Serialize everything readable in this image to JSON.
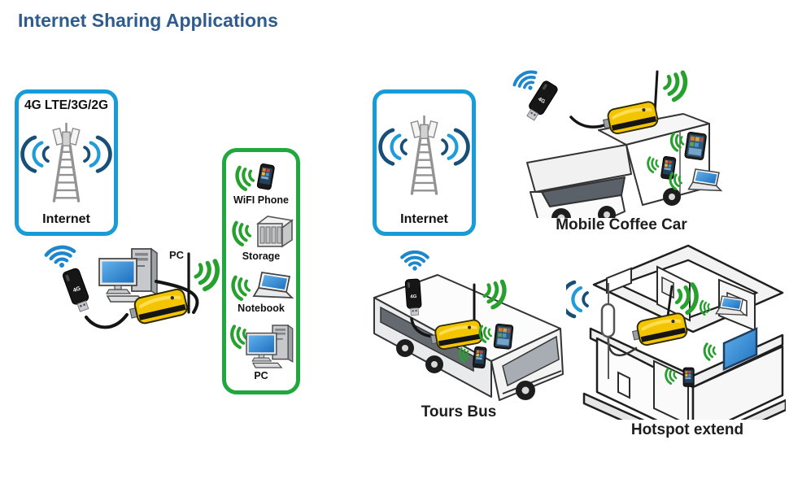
{
  "title": "Internet Sharing Applications",
  "palette": {
    "title_blue": "#2E5C8E",
    "box_blue_border": "#189CD8",
    "box_green_border": "#1FA83E",
    "wifi_navy": "#174F79",
    "wifi_sky": "#1F9CD9",
    "wifi_blue": "#1E86CC",
    "wifi_green": "#27A12E",
    "router_yellow": "#F3C501"
  },
  "internet_box_left": {
    "network": "4G LTE/3G/2G",
    "caption": "Internet"
  },
  "internet_box_right": {
    "caption": "Internet"
  },
  "pc_group": {
    "wifi_label": "PC",
    "dongle_logo": "4G"
  },
  "client_box": {
    "items": [
      {
        "label": "WiFI Phone"
      },
      {
        "label": "Storage"
      },
      {
        "label": "Notebook"
      },
      {
        "label": "PC"
      }
    ]
  },
  "scenes": {
    "coffee_car": {
      "label": "Mobile Coffee Car"
    },
    "tours_bus": {
      "label": "Tours Bus"
    },
    "hotspot": {
      "label": "Hotspot extend"
    }
  }
}
